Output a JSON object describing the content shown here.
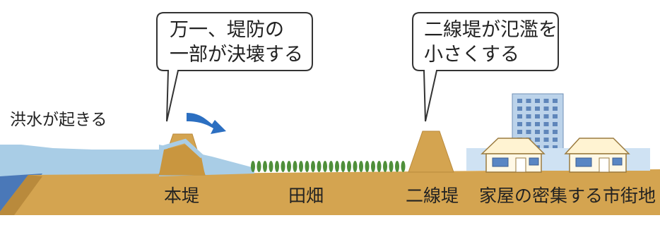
{
  "flood_label": "洪水が起きる",
  "bubbles": {
    "levee_break": {
      "line1": "万一、堤防の",
      "line2": "一部が決壊する"
    },
    "secondary_levee": {
      "line1": "二線堤が氾濫を",
      "line2": "小さくする"
    }
  },
  "ground_labels": {
    "main_levee": "本堤",
    "rice_fields": "田畑",
    "secondary_levee": "二線堤",
    "town": "家屋の密集する市街地"
  },
  "colors": {
    "water": "#a9cde6",
    "water_deep": "#4a78b8",
    "soil": "#d4a450",
    "soil_dark": "#b98a3c",
    "crop": "#4f8f3a",
    "arrow": "#2c6fc1"
  }
}
